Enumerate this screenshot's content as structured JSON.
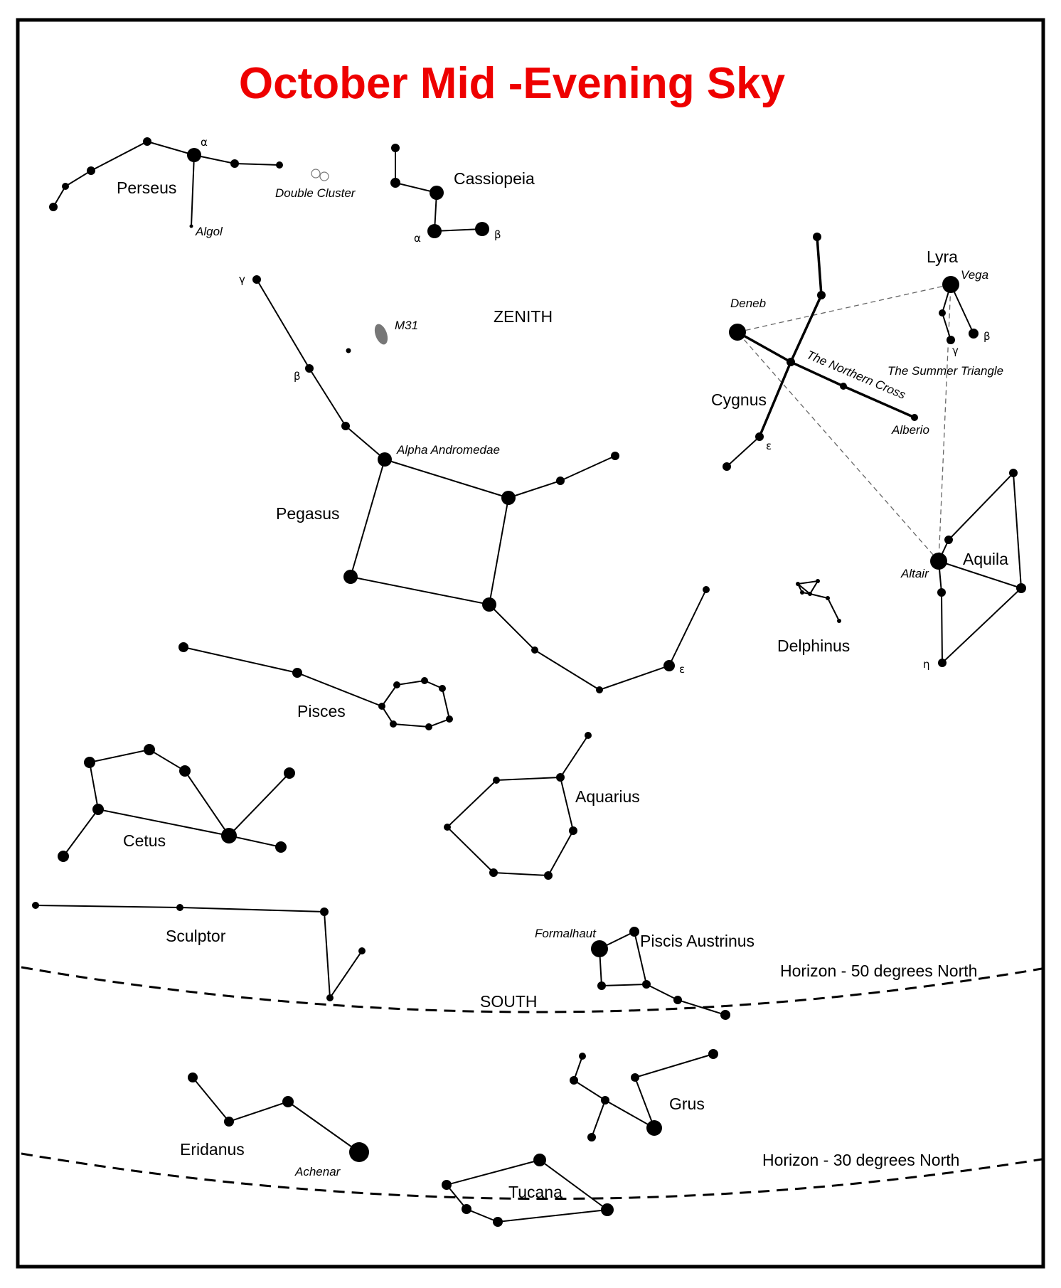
{
  "title": "October Mid -Evening Sky",
  "labels": {
    "zenith": "ZENITH",
    "south": "SOUTH",
    "horizon_50": "Horizon - 50 degrees North",
    "horizon_30": "Horizon - 30 degrees North"
  },
  "constellations": {
    "perseus": "Perseus",
    "cassiopeia": "Cassiopeia",
    "lyra": "Lyra",
    "cygnus": "Cygnus",
    "pegasus": "Pegasus",
    "aquila": "Aquila",
    "delphinus": "Delphinus",
    "pisces": "Pisces",
    "cetus": "Cetus",
    "aquarius": "Aquarius",
    "sculptor": "Sculptor",
    "piscis_austrinus": "Piscis Austrinus",
    "grus": "Grus",
    "eridanus": "Eridanus",
    "tucana": "Tucana"
  },
  "objects": {
    "algol": "Algol",
    "double_cluster": "Double Cluster",
    "m31": "M31",
    "vega": "Vega",
    "deneb": "Deneb",
    "northern_cross": "The Northern Cross",
    "summer_triangle": "The Summer Triangle",
    "alberio": "Alberio",
    "alpha_andromedae": "Alpha Andromedae",
    "altair": "Altair",
    "formalhaut": "Formalhaut",
    "achenar": "Achenar"
  },
  "greek": {
    "alpha": "α",
    "beta": "β",
    "gamma": "γ",
    "epsilon": "ε",
    "eta": "η"
  },
  "colors": {
    "title": "#ee0000",
    "ink": "#000000",
    "triangle_dash": "#666666",
    "m31": "#777777"
  }
}
